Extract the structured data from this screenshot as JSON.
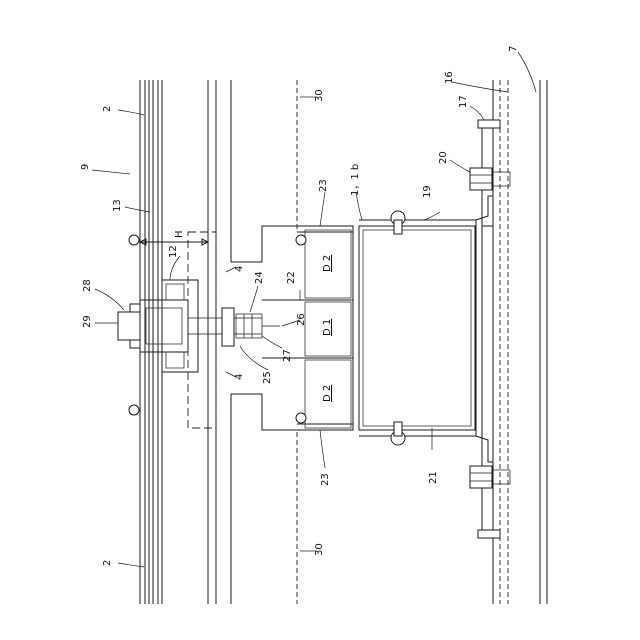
{
  "labels": {
    "l2_top": "2",
    "l2_bottom": "2",
    "l9": "9",
    "l13": "13",
    "l12": "12",
    "lH": "H",
    "l28": "28",
    "l29": "29",
    "l4_top": "4",
    "l4_bottom": "4",
    "l24": "24",
    "l22": "22",
    "l25": "25",
    "l27": "27",
    "l26": "26",
    "l30_top": "30",
    "l30_bottom": "30",
    "l23_top": "23",
    "l23_bottom": "23",
    "l1_1b": "1，1 b",
    "l19": "19",
    "l20": "20",
    "l17": "17",
    "l16": "16",
    "l7": "7",
    "l21": "21",
    "lD2_top": "D 2",
    "lD1": "D 1",
    "lD2_bottom": "D 2"
  }
}
